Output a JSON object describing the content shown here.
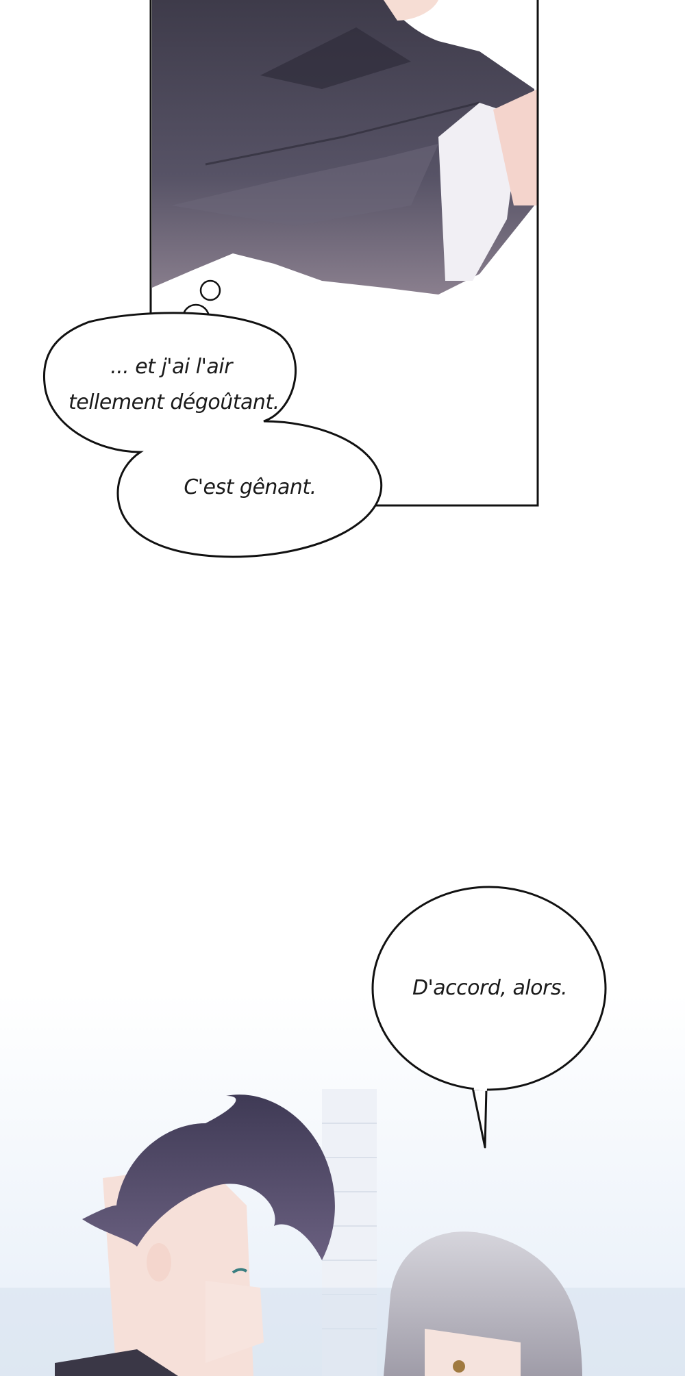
{
  "speech": {
    "bubble1_line1": "... et j'ai l'air",
    "bubble1_line2": "tellement dégoûtant.",
    "bubble2": "C'est gênant.",
    "bubble3": "D'accord, alors."
  },
  "colors": {
    "sleeve_dark": "#3f3d4d",
    "sleeve_mid": "#5a566a",
    "skin": "#f4d8d0",
    "hair_dark": "#4a4560",
    "hair_gray": "#b8b6c0",
    "background_bottom": "#e8eef6"
  }
}
